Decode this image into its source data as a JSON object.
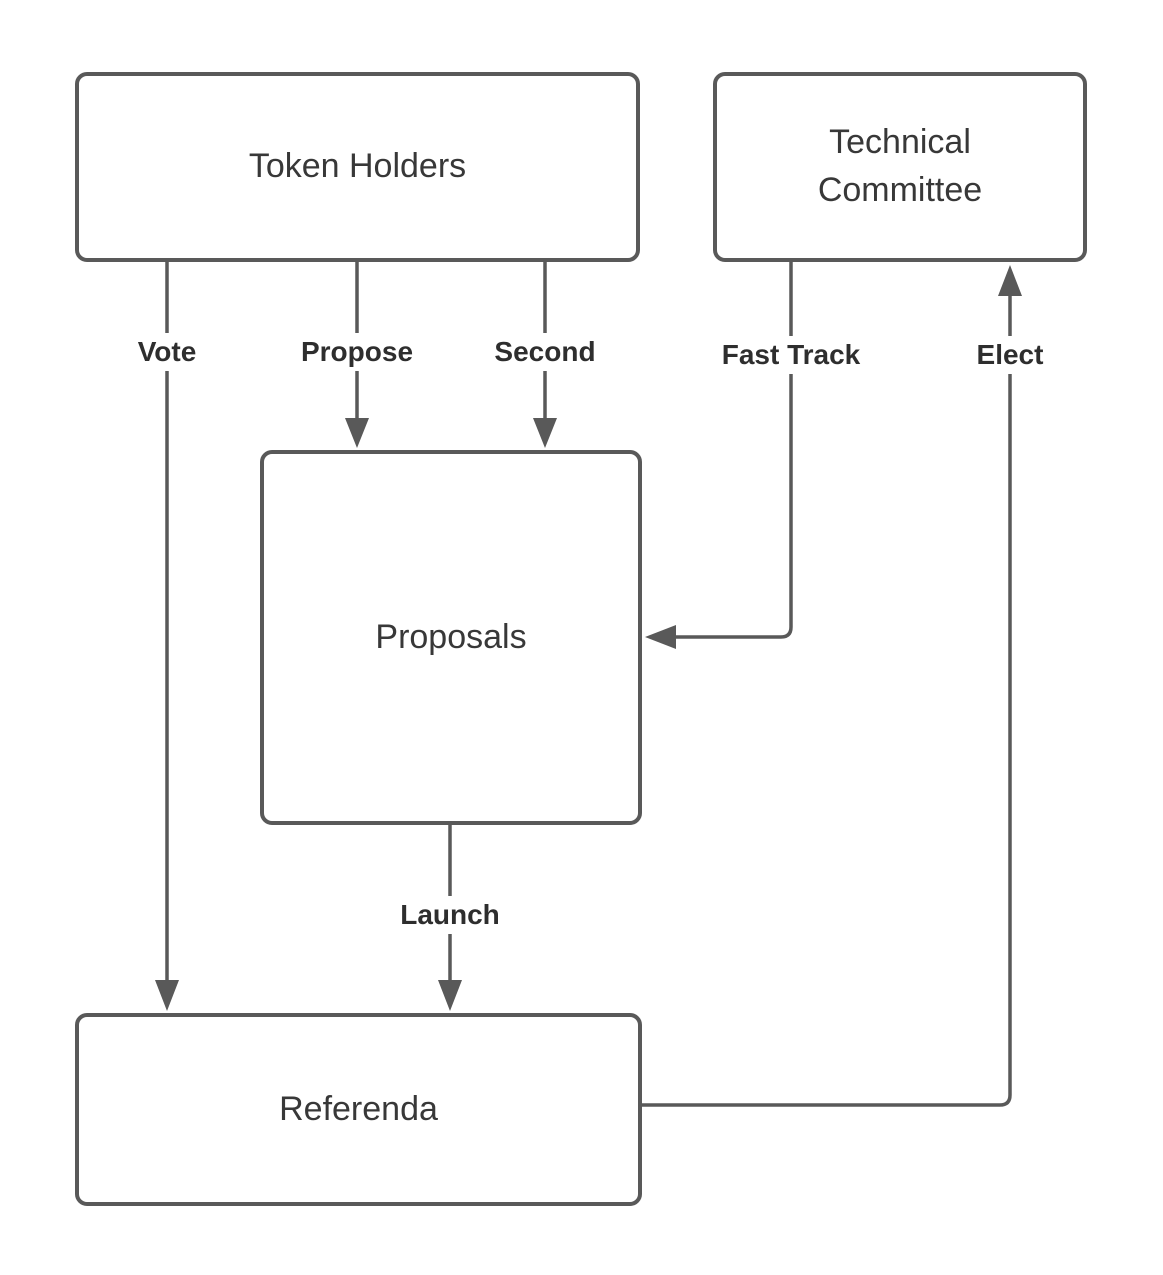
{
  "diagram": {
    "background_color": "#ffffff",
    "stroke_color": "#595959",
    "node_fill_color": "#ffffff",
    "node_text_color": "#383838",
    "edge_label_color": "#2e2e2e",
    "nodes": [
      {
        "id": "token-holders",
        "label": "Token Holders"
      },
      {
        "id": "technical-committee",
        "label": "Technical Committee"
      },
      {
        "id": "proposals",
        "label": "Proposals"
      },
      {
        "id": "referenda",
        "label": "Referenda"
      }
    ],
    "edges": [
      {
        "id": "vote",
        "label": "Vote",
        "from": "Token Holders",
        "to": "Referenda"
      },
      {
        "id": "propose",
        "label": "Propose",
        "from": "Token Holders",
        "to": "Proposals"
      },
      {
        "id": "second",
        "label": "Second",
        "from": "Token Holders",
        "to": "Proposals"
      },
      {
        "id": "fast-track",
        "label": "Fast Track",
        "from": "Technical Committee",
        "to": "Proposals"
      },
      {
        "id": "elect",
        "label": "Elect",
        "from": "Referenda",
        "to": "Technical Committee"
      },
      {
        "id": "launch",
        "label": "Launch",
        "from": "Proposals",
        "to": "Referenda"
      }
    ]
  }
}
